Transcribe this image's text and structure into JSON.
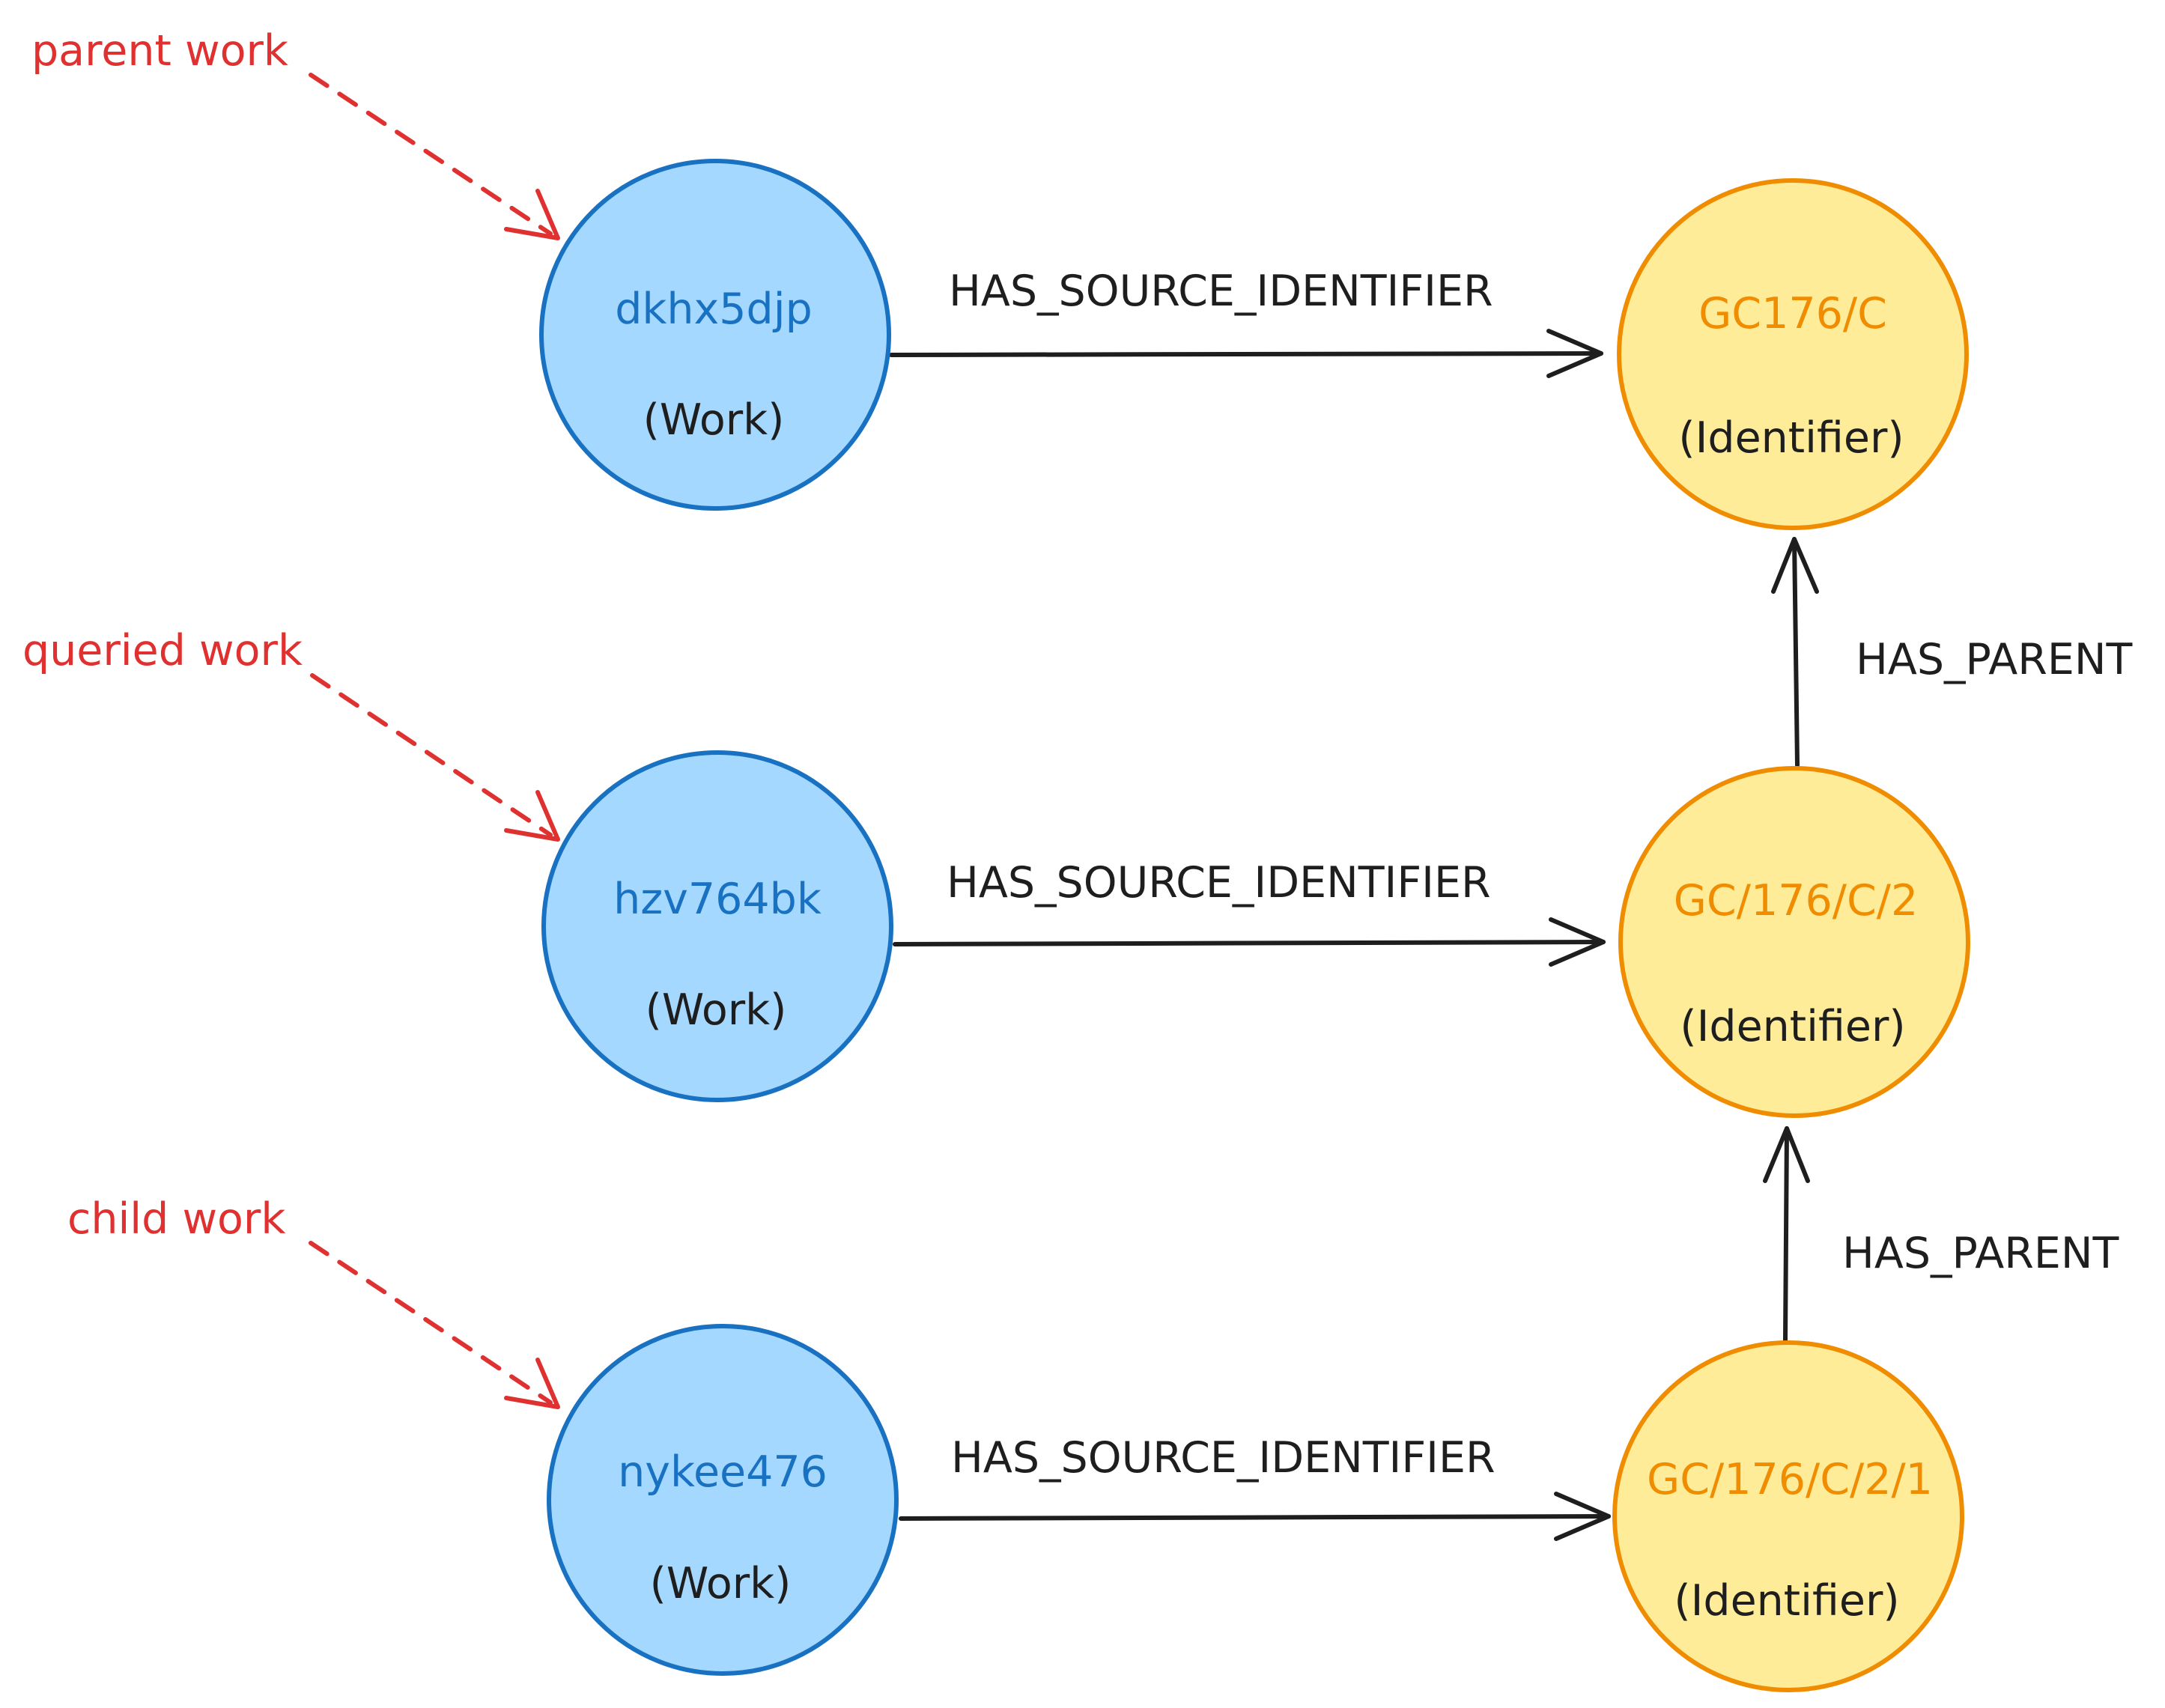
{
  "colors": {
    "work_fill": "#a5d8ff",
    "work_stroke": "#1971c2",
    "identifier_fill": "#ffec99",
    "identifier_stroke": "#f08c00",
    "annotation": "#e03131",
    "edge": "#1e1e1e"
  },
  "annotations": {
    "parent": "parent work",
    "queried": "queried work",
    "child": "child work"
  },
  "works": [
    {
      "id": "dkhx5djp",
      "type": "(Work)"
    },
    {
      "id": "hzv764bk",
      "type": "(Work)"
    },
    {
      "id": "nykee476",
      "type": "(Work)"
    }
  ],
  "identifiers": [
    {
      "id": "GC176/C",
      "type": "(Identifier)"
    },
    {
      "id": "GC/176/C/2",
      "type": "(Identifier)"
    },
    {
      "id": "GC/176/C/2/1",
      "type": "(Identifier)"
    }
  ],
  "edges": {
    "source_1": "HAS_SOURCE_IDENTIFIER",
    "source_2": "HAS_SOURCE_IDENTIFIER",
    "source_3": "HAS_SOURCE_IDENTIFIER",
    "parent_1": "HAS_PARENT",
    "parent_2": "HAS_PARENT"
  }
}
